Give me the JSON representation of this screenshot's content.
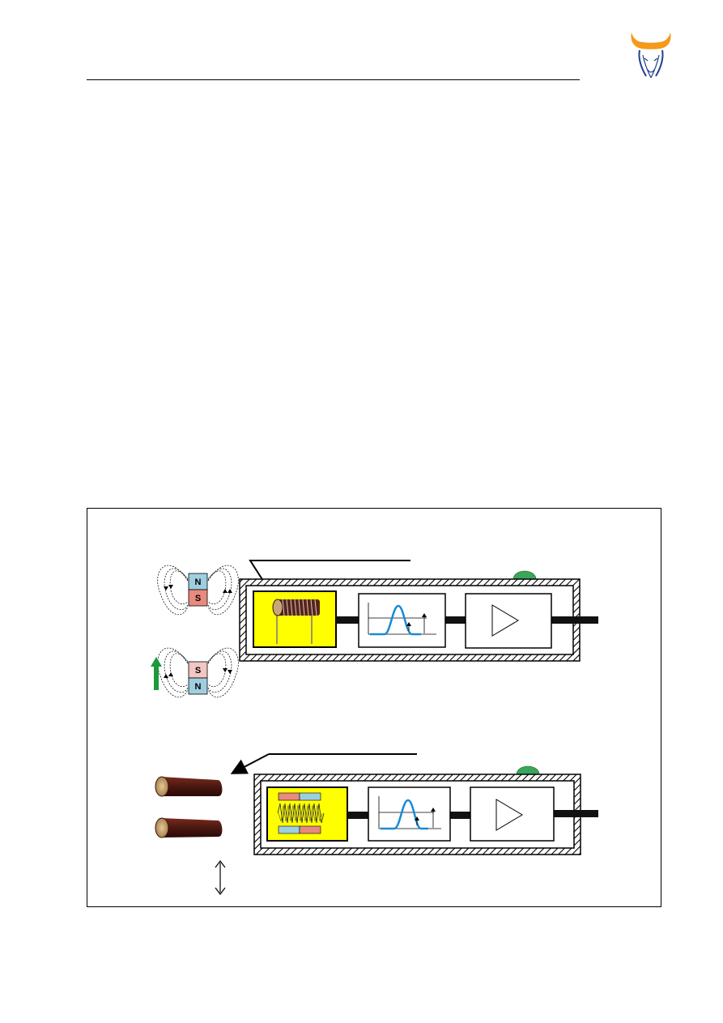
{
  "magnet_top": {
    "upper_pole": "N",
    "lower_pole": "S"
  },
  "magnet_bottom": {
    "upper_pole": "S",
    "lower_pole": "N"
  },
  "colors": {
    "pole_blue": "#9ecfe0",
    "pole_red": "#e88a7f",
    "pole_pink": "#f2c6c2",
    "sensor_yellow": "#ffff00",
    "signal_blue": "#1a8ad4",
    "indicator_green": "#3aa65a",
    "arrow_green": "#1b9a3a",
    "rod_brown": "#4a1810",
    "rod_tan": "#c9a774",
    "logo_orange": "#f59a1a",
    "logo_blue": "#1f3f8f"
  },
  "icons": {
    "logo": "bull-head-logo",
    "up_arrow": "green-up-arrow-icon",
    "double_arrow": "vertical-double-arrow-icon",
    "comparator": "amplifier-triangle-icon"
  }
}
